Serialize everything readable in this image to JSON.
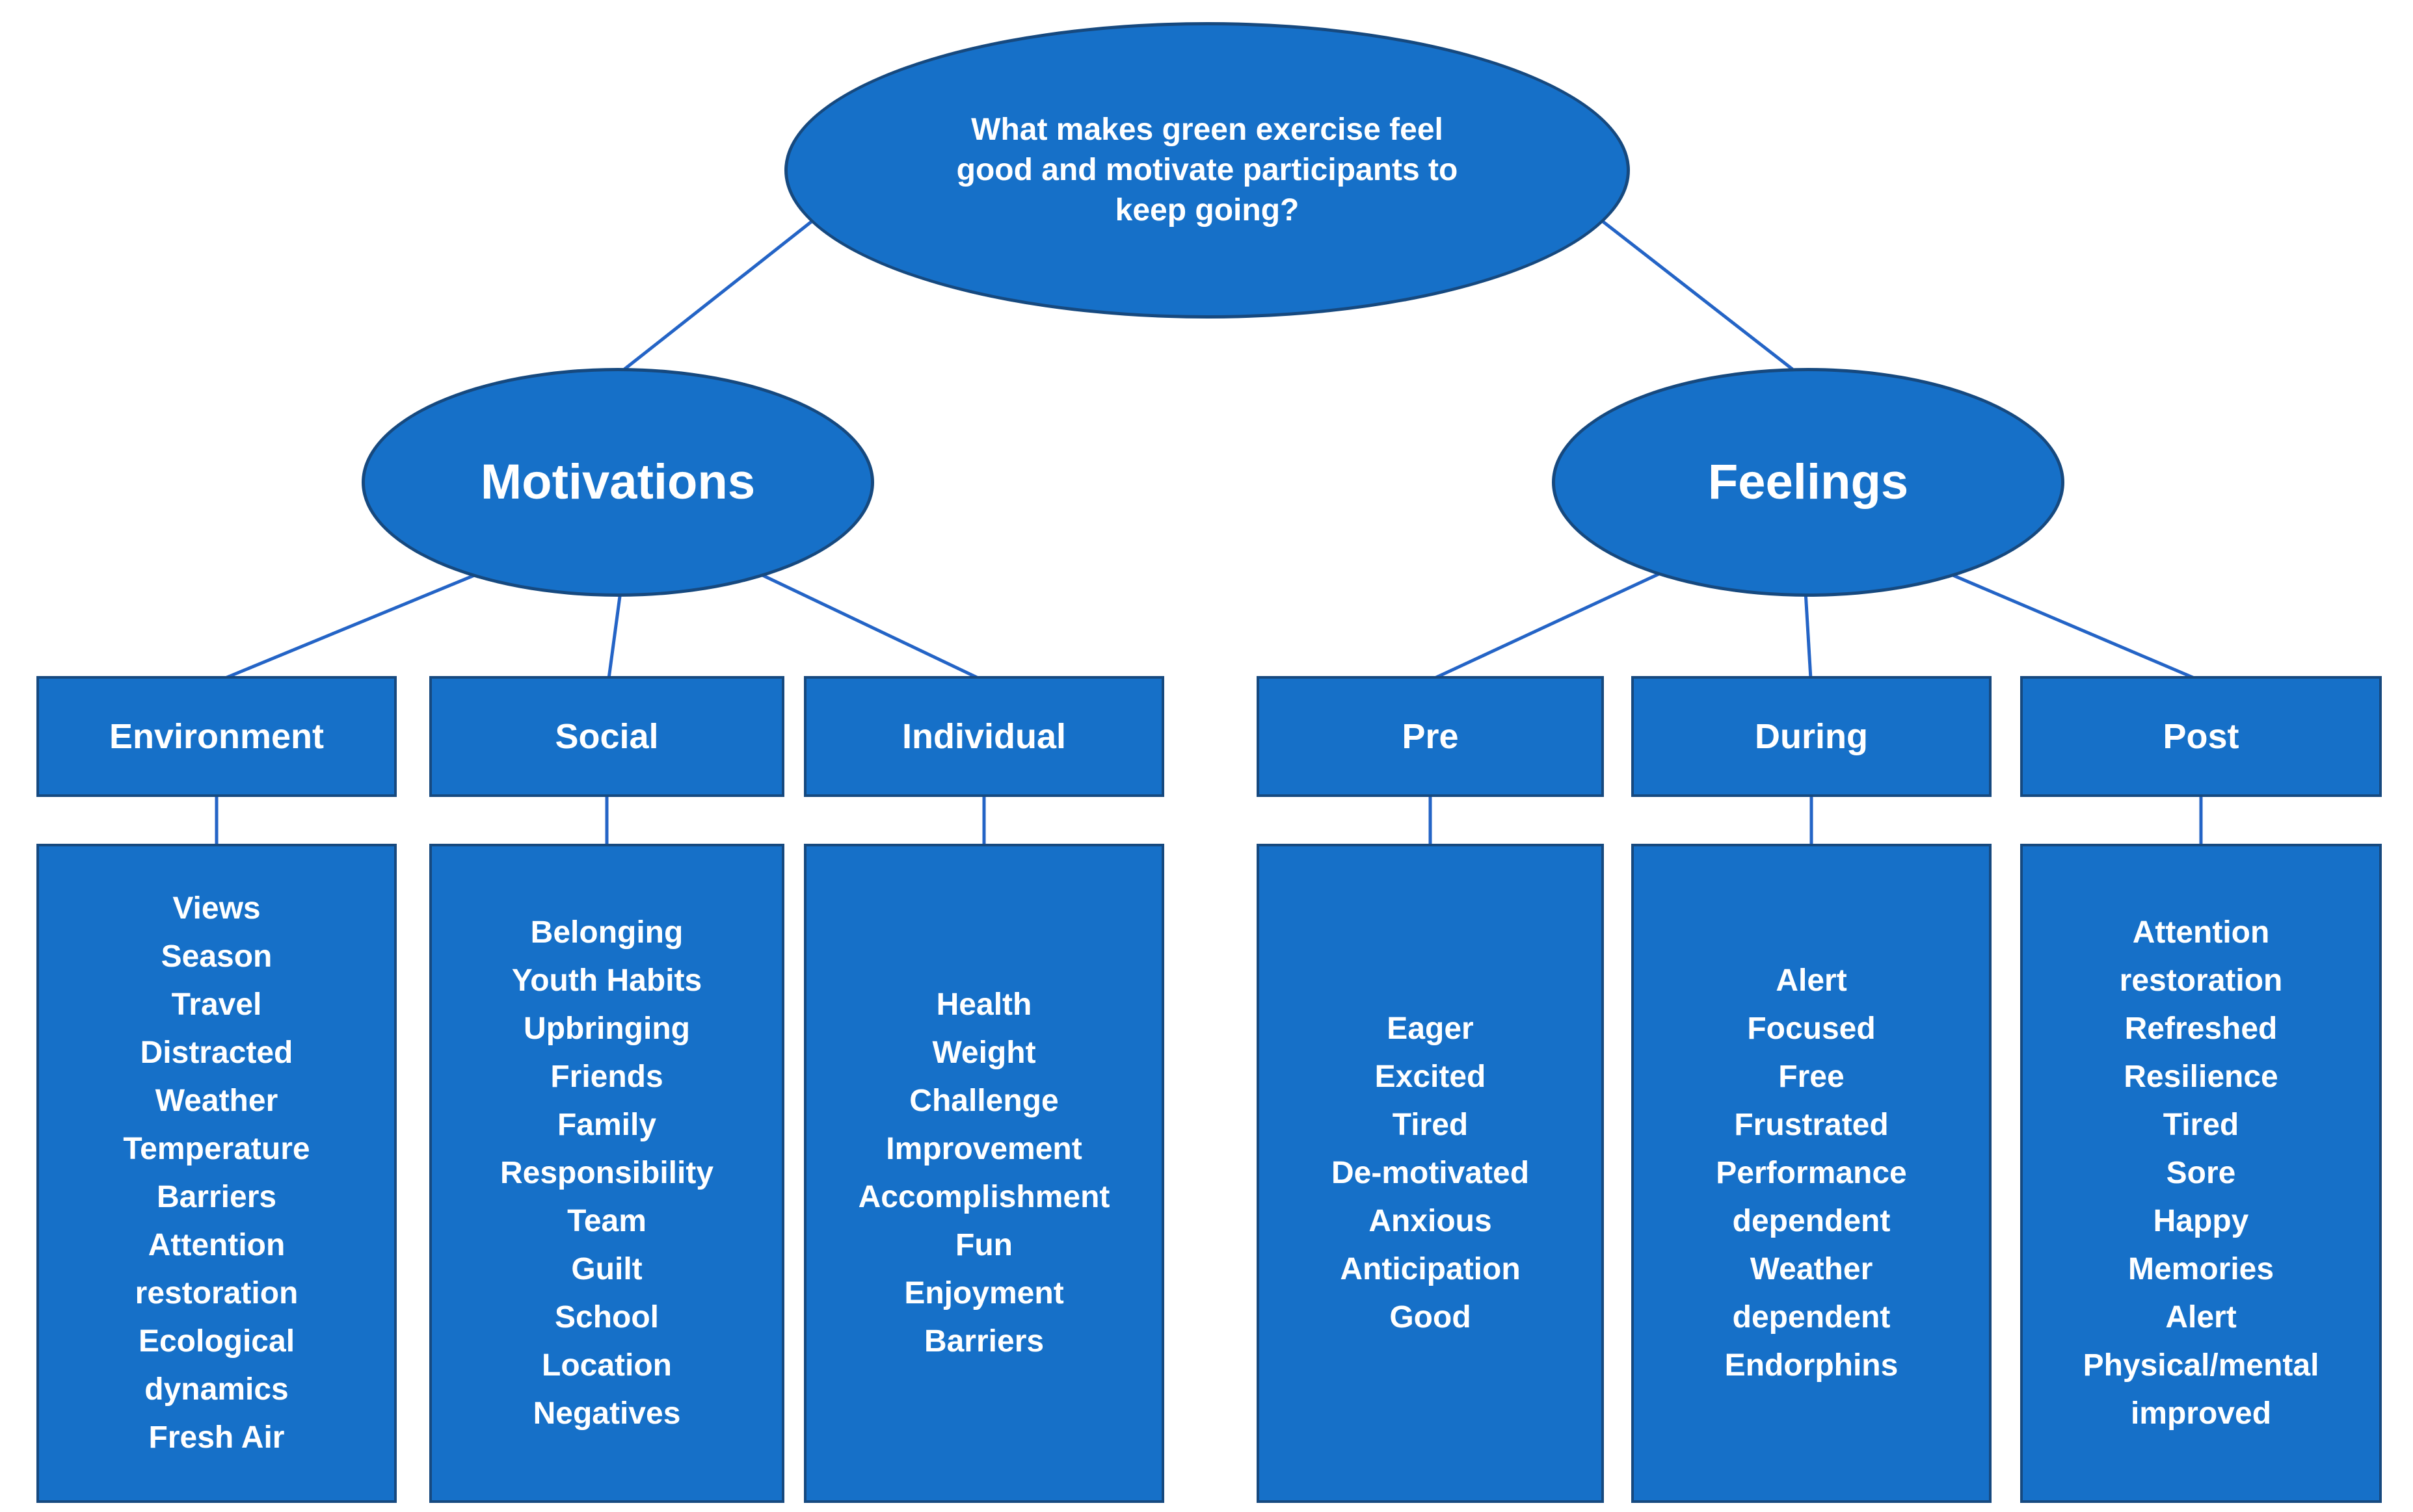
{
  "colors": {
    "node_fill": "#1670C8",
    "node_border": "#16497F",
    "connector": "#2464C6",
    "node_text": "#FFFFFF",
    "background": "#FFFFFF"
  },
  "diagram": {
    "root": {
      "label": "What makes green exercise feel good and motivate participants to keep going?"
    },
    "branches": [
      {
        "label": "Motivations"
      },
      {
        "label": "Feelings"
      }
    ],
    "columns": [
      {
        "header": "Environment",
        "parent": "Motivations",
        "items": [
          "Views",
          "Season",
          "Travel",
          "Distracted",
          "Weather",
          "Temperature",
          "Barriers",
          "Attention restoration",
          "Ecological dynamics",
          "Fresh Air"
        ]
      },
      {
        "header": "Social",
        "parent": "Motivations",
        "items": [
          "Belonging",
          "Youth Habits",
          "Upbringing",
          "Friends",
          "Family",
          "Responsibility",
          "Team",
          "Guilt",
          "School",
          "Location",
          "Negatives"
        ]
      },
      {
        "header": "Individual",
        "parent": "Motivations",
        "items": [
          "Health",
          "Weight",
          "Challenge",
          "Improvement",
          "Accomplishment",
          "Fun",
          "Enjoyment",
          "Barriers"
        ]
      },
      {
        "header": "Pre",
        "parent": "Feelings",
        "items": [
          "Eager",
          "Excited",
          "Tired",
          "De-motivated",
          "Anxious",
          "Anticipation",
          "Good"
        ]
      },
      {
        "header": "During",
        "parent": "Feelings",
        "items": [
          "Alert",
          "Focused",
          "Free",
          "Frustrated",
          "Performance dependent",
          "Weather dependent",
          "Endorphins"
        ]
      },
      {
        "header": "Post",
        "parent": "Feelings",
        "items": [
          "Attention restoration",
          "Refreshed",
          "Resilience",
          "Tired",
          "Sore",
          "Happy",
          "Memories",
          "Alert",
          "Physical/mental improved"
        ]
      }
    ]
  }
}
